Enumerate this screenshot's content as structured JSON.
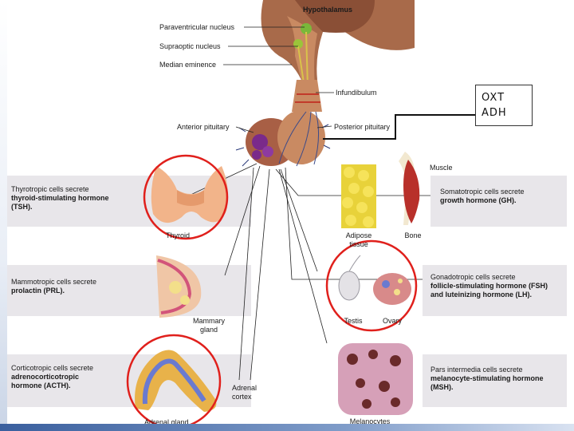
{
  "title": "Hypothalamus",
  "hypothalamus_labels": {
    "paraventricular": "Paraventricular nucleus",
    "supraoptic": "Supraoptic nucleus",
    "median_eminence": "Median eminence",
    "infundibulum": "Infundibulum",
    "anterior_pituitary": "Anterior pituitary",
    "posterior_pituitary": "Posterior pituitary"
  },
  "callout": {
    "line1": "OXT",
    "line2": "ADH"
  },
  "panels": {
    "thyrotropic": {
      "line1": "Thyrotropic cells secrete",
      "line2": "thyroid-stimulating hormone",
      "line3": "(TSH)."
    },
    "mammotropic": {
      "line1": "Mammotropic cells secrete",
      "line2": "prolactin (PRL)."
    },
    "corticotropic": {
      "line1": "Corticotropic cells secrete",
      "line2": "adrenocorticotropic",
      "line3": "hormone (ACTH)."
    },
    "somatotropic": {
      "line1": "Somatotropic cells secrete",
      "line2": "growth hormone (GH)."
    },
    "gonadotropic": {
      "line1": "Gonadotropic cells secrete",
      "line2": "follicle-stimulating hormone (FSH)",
      "line3": "and luteinizing hormone (LH)."
    },
    "intermedia": {
      "line1": "Pars intermedia cells secrete",
      "line2": "melanocyte-stimulating hormone",
      "line3": "(MSH)."
    }
  },
  "targets": {
    "thyroid": "Thyroid",
    "mammary_1": "Mammary",
    "mammary_2": "gland",
    "adrenal_cortex_1": "Adrenal",
    "adrenal_cortex_2": "cortex",
    "adrenal_gland": "Adrenal gland",
    "muscle": "Muscle",
    "adipose_1": "Adipose",
    "adipose_2": "tissue",
    "bone": "Bone",
    "testis": "Testis",
    "ovary": "Ovary",
    "melanocytes": "Melanocytes"
  },
  "colors": {
    "highlight_circle": "#e0201c",
    "panel_fill": "#e8e6ea",
    "hypothalamus": "#a86a4a",
    "pituitary": "#b97a55"
  }
}
